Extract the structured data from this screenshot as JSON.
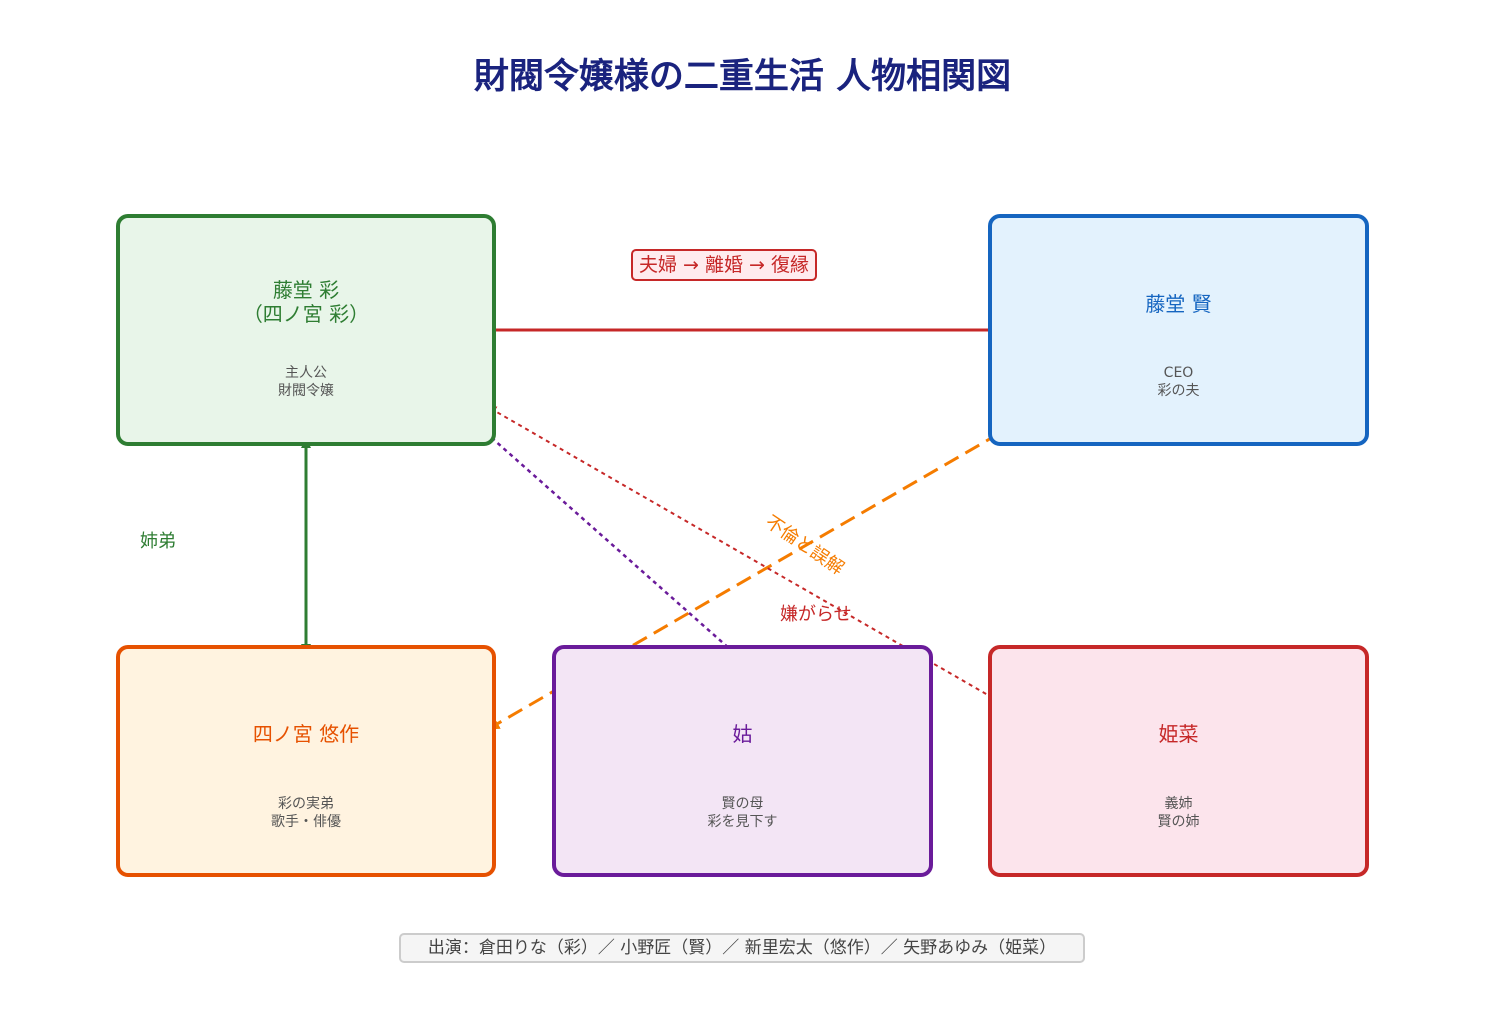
{
  "title": "財閥令嬢様の二重生活 人物相関図",
  "nodes": {
    "aya": {
      "name": "藤堂 彩\n（四ノ宮 彩）",
      "desc": "主人公\n財閥令嬢"
    },
    "ken": {
      "name": "藤堂 賢",
      "desc": "CEO\n彩の夫"
    },
    "yusaku": {
      "name": "四ノ宮 悠作",
      "desc": "彩の実弟\n歌手・俳優"
    },
    "shuto": {
      "name": "姑",
      "desc": "賢の母\n彩を見下す"
    },
    "hina": {
      "name": "姫菜",
      "desc": "義姉\n賢の姉"
    }
  },
  "relations": {
    "couple": "夫婦 → 離婚 → 復縁",
    "siblings": "姉弟",
    "affair": "不倫と誤解",
    "harassment": "嫌がらせ"
  },
  "credits": "出演：倉田りな（彩）／ 小野匠（賢）／ 新里宏太（悠作）／ 矢野あゆみ（姫菜）",
  "colors": {
    "title": "#1a237e",
    "aya": "#2e7d32",
    "ken": "#1565c0",
    "yusaku": "#e65100",
    "shuto": "#6a1b9a",
    "hina": "#c62828",
    "affair": "#f57c00"
  }
}
